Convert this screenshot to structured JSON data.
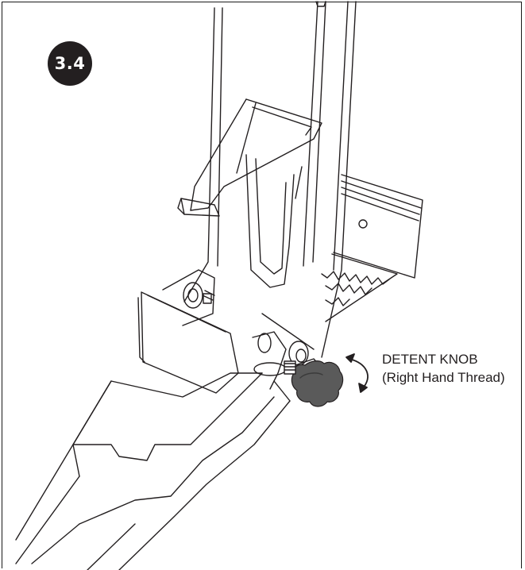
{
  "step": {
    "number": "3.4"
  },
  "callout": {
    "line1": "DETENT KNOB",
    "line2": "(Right Hand Thread)"
  },
  "colors": {
    "line": "#231f20",
    "badge": "#231f20",
    "knob": "#5a5a5a",
    "background": "#ffffff"
  },
  "icons": {
    "rotation": "curved-double-arrow-icon"
  }
}
